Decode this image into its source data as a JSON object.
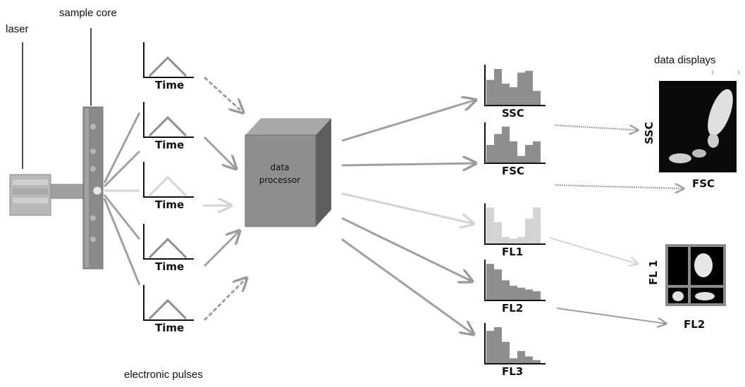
{
  "labels": {
    "laser": "laser",
    "sample_core": "sample core",
    "electronic_pulses": "electronic pulses",
    "data_displays": "data displays",
    "processor_line1": "data",
    "processor_line2": "processor"
  },
  "pulses": [
    {
      "label": "Time",
      "color": "#8e8e8e"
    },
    {
      "label": "Time",
      "color": "#8e8e8e"
    },
    {
      "label": "Time",
      "color": "#d4d4d4"
    },
    {
      "label": "Time",
      "color": "#8e8e8e"
    },
    {
      "label": "Time",
      "color": "#8e8e8e"
    }
  ],
  "histograms": [
    {
      "label": "SSC",
      "color": "#8e8e8e"
    },
    {
      "label": "FSC",
      "color": "#8e8e8e"
    },
    {
      "label": "FL1",
      "color": "#d4d4d4"
    },
    {
      "label": "FL2",
      "color": "#8e8e8e"
    },
    {
      "label": "FL3",
      "color": "#8e8e8e"
    }
  ],
  "displays": {
    "scatter": {
      "ylabel": "SSC",
      "xlabel": "FSC"
    },
    "quadrant": {
      "ylabel": "FL 1",
      "xlabel": "FL2"
    }
  },
  "colors": {
    "arrow": "#9a9a9a",
    "arrow_light": "#d4d4d4",
    "box": "#8a8a8a",
    "ink": "#111111"
  }
}
